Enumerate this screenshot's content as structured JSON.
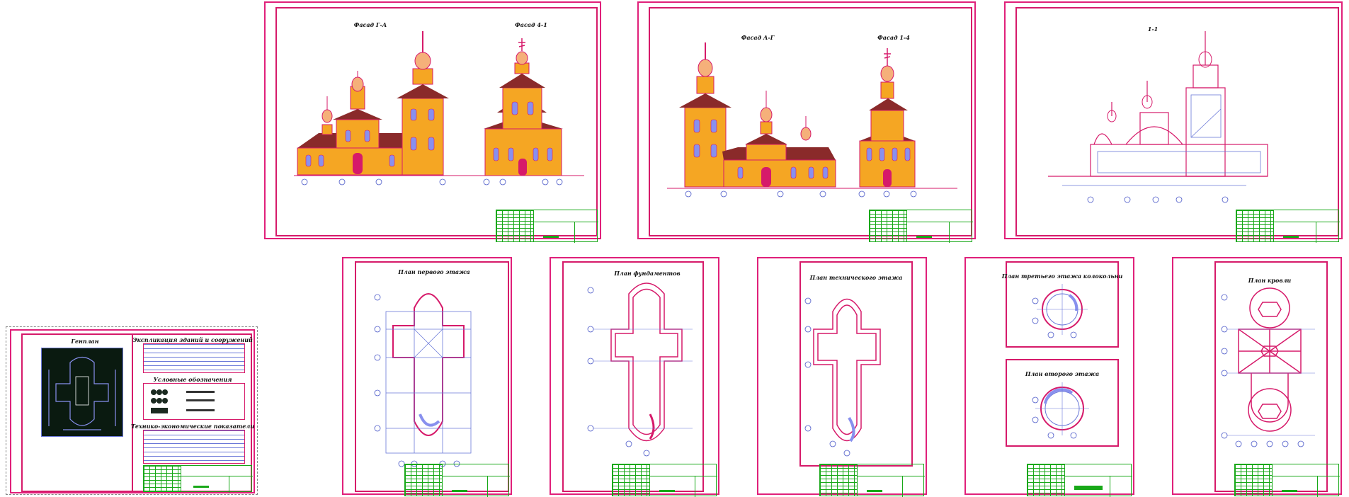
{
  "sheets": {
    "facades_1": {
      "title_left": "Фасад Г-А",
      "title_right": "Фасад 4-1"
    },
    "facades_2": {
      "title_left": "Фасад А-Г",
      "title_right": "Фасад 1-4"
    },
    "section": {
      "title": "1-1"
    },
    "genplan": {
      "title": "Генплан",
      "buildings_table": "Экспликация зданий и сооружений",
      "legend": "Условные обозначения",
      "tech_table": "Технико-экономические показатели"
    },
    "plan_ground": {
      "title": "План первого этажа"
    },
    "plan_foundation": {
      "title": "План фундаментов"
    },
    "plan_technical": {
      "title": "План технического этажа"
    },
    "plan_bell_tower": {
      "title_top": "План третьего этажа колокольни",
      "title_bottom": "План второго этажа"
    },
    "plan_roof": {
      "title": "План кровли"
    }
  },
  "colors": {
    "sheet_frame": "#e0207a",
    "stamp": "#18a818",
    "wall": "#f5a623",
    "roof": "#8a2a2a",
    "dome": "#f5b07a",
    "window": "#8890ee",
    "drawing_lines": "#6a78d8",
    "genplan_ground": "#0a1a10"
  },
  "icons": {
    "cross": "orthodox-cross-icon",
    "dome": "onion-dome-icon",
    "axis": "axis-bubble-icon"
  }
}
